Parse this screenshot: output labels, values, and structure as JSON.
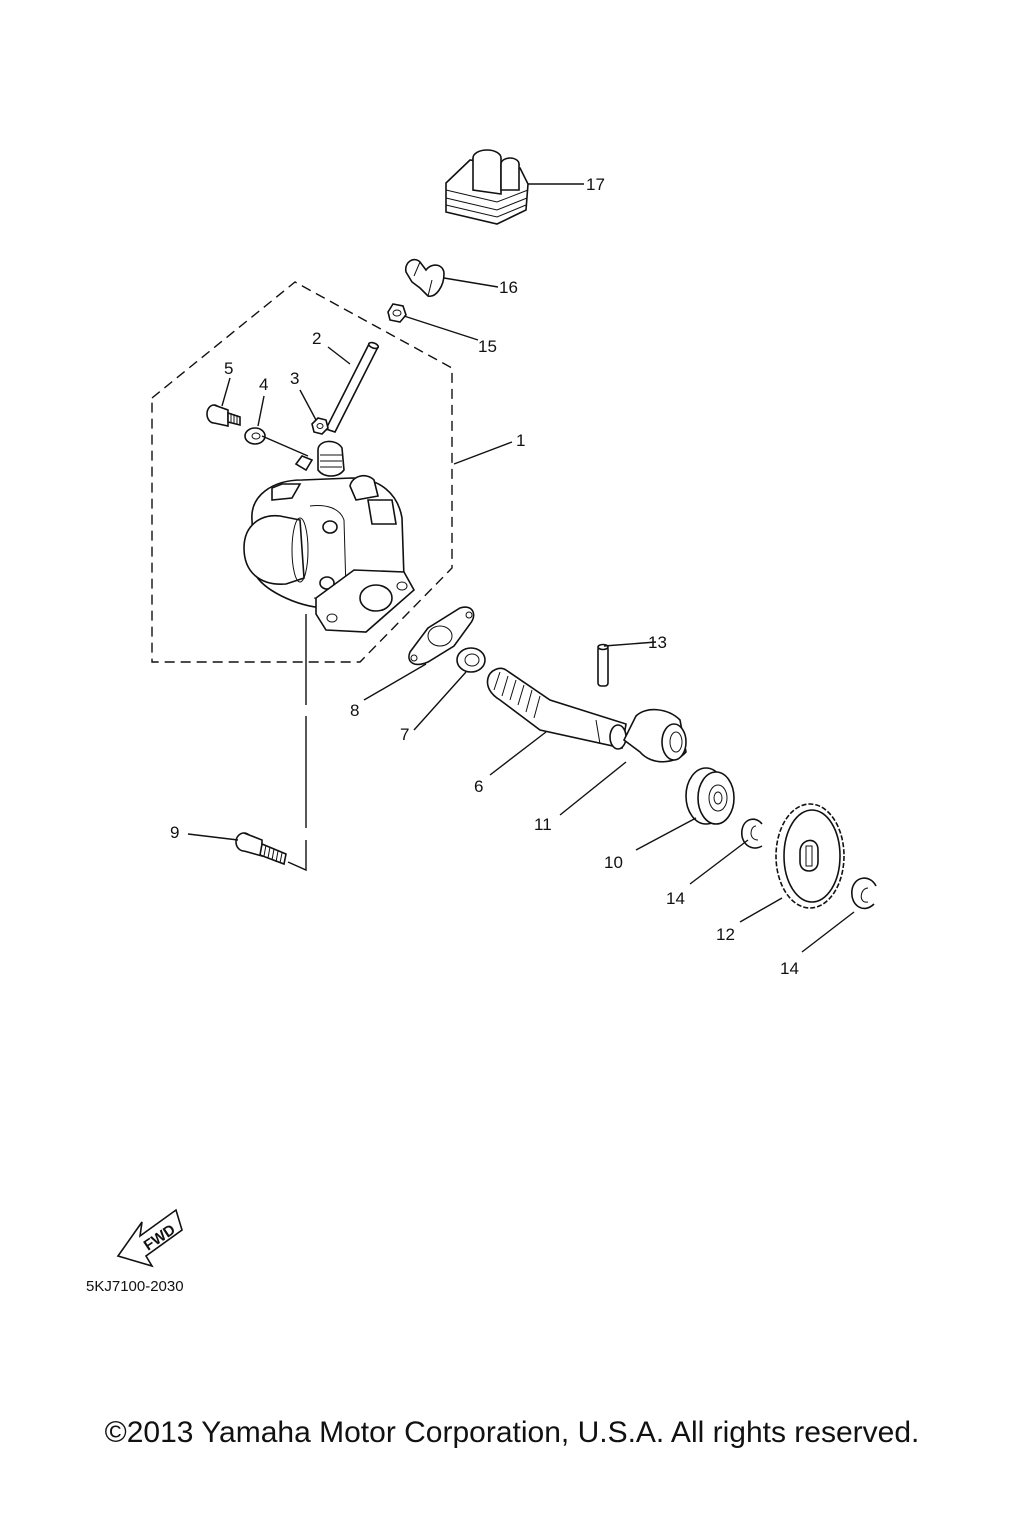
{
  "diagram": {
    "callouts": [
      {
        "id": "1",
        "label": "1"
      },
      {
        "id": "2",
        "label": "2"
      },
      {
        "id": "3",
        "label": "3"
      },
      {
        "id": "4",
        "label": "4"
      },
      {
        "id": "5",
        "label": "5"
      },
      {
        "id": "6",
        "label": "6"
      },
      {
        "id": "7",
        "label": "7"
      },
      {
        "id": "8",
        "label": "8"
      },
      {
        "id": "9",
        "label": "9"
      },
      {
        "id": "10",
        "label": "10"
      },
      {
        "id": "11",
        "label": "11"
      },
      {
        "id": "12",
        "label": "12"
      },
      {
        "id": "13",
        "label": "13"
      },
      {
        "id": "14a",
        "label": "14"
      },
      {
        "id": "14b",
        "label": "14"
      },
      {
        "id": "15",
        "label": "15"
      },
      {
        "id": "16",
        "label": "16"
      },
      {
        "id": "17",
        "label": "17"
      }
    ],
    "fwd_label": "FWD",
    "diagram_code": "5KJ7100-2030",
    "copyright": "©2013 Yamaha Motor Corporation, U.S.A. All rights reserved."
  }
}
